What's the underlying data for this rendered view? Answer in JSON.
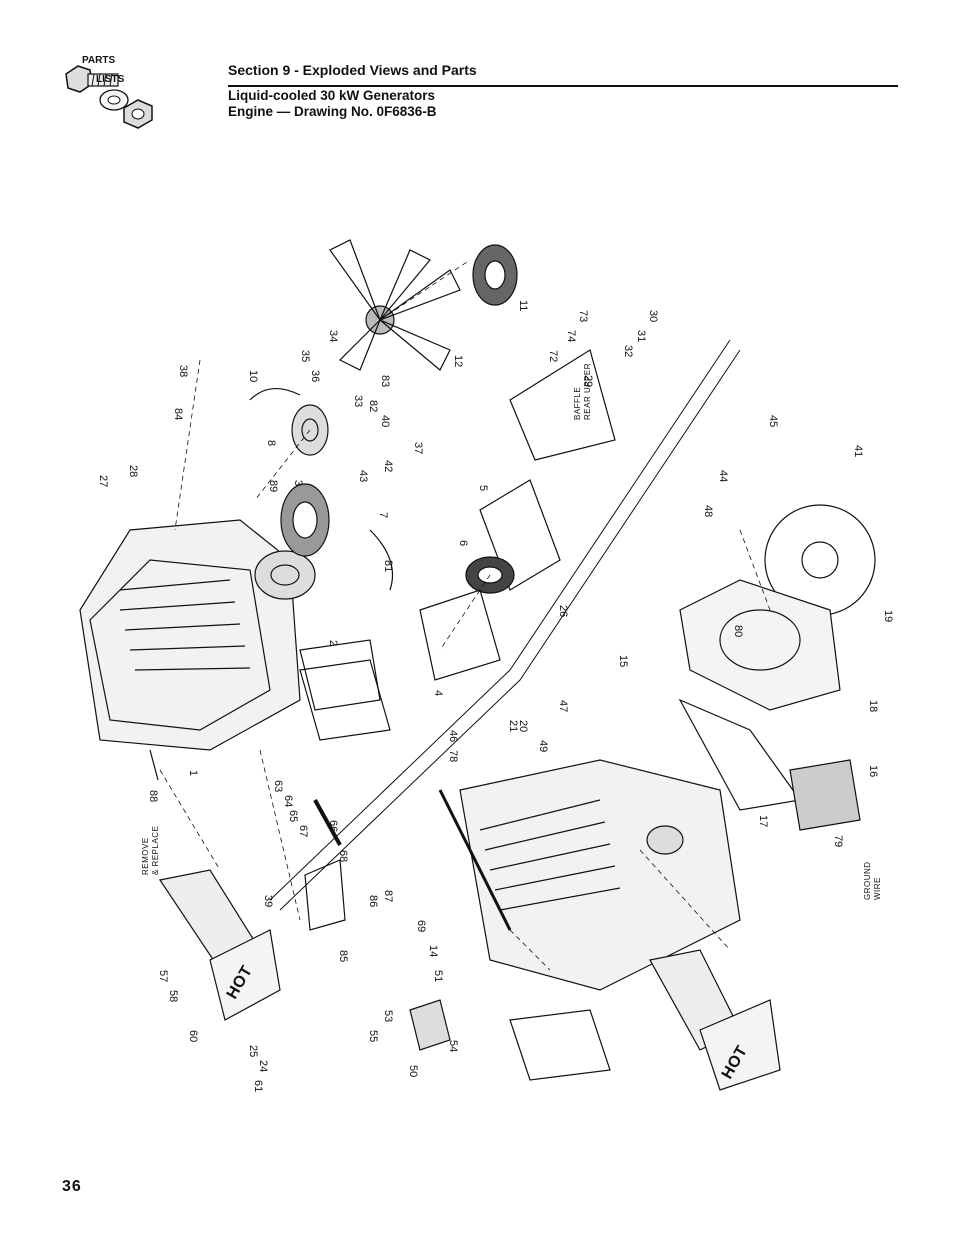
{
  "header": {
    "icon_text_top": "PARTS",
    "icon_text_bottom": "LISTS",
    "section_title": "Section 9 - Exploded Views and Parts",
    "subtitle_line1": "Liquid-cooled 30 kW Generators",
    "subtitle_line2": "Engine — Drawing No. 0F6836-B"
  },
  "drawing": {
    "labels": {
      "baffle": [
        "BAFFLE",
        "REAR UPPER"
      ],
      "remove": [
        "REMOVE",
        "& REPLACE"
      ],
      "ground": [
        "GROUND",
        "WIRE"
      ],
      "hot": "HOT"
    },
    "callouts": [
      "1",
      "2",
      "3",
      "4",
      "5",
      "6",
      "7",
      "8",
      "10",
      "11",
      "12",
      "14",
      "15",
      "16",
      "17",
      "18",
      "19",
      "20",
      "21",
      "24",
      "25",
      "26",
      "27",
      "28",
      "29",
      "30",
      "31",
      "32",
      "33",
      "34",
      "35",
      "36",
      "37",
      "38",
      "39",
      "40",
      "41",
      "42",
      "43",
      "44",
      "45",
      "46",
      "47",
      "48",
      "49",
      "50",
      "51",
      "53",
      "54",
      "55",
      "57",
      "58",
      "60",
      "61",
      "63",
      "64",
      "65",
      "66",
      "67",
      "68",
      "69",
      "72",
      "73",
      "74",
      "78",
      "79",
      "80",
      "81",
      "82",
      "83",
      "84",
      "85",
      "86",
      "87",
      "88",
      "89"
    ]
  },
  "footer": {
    "page_number": "36"
  }
}
